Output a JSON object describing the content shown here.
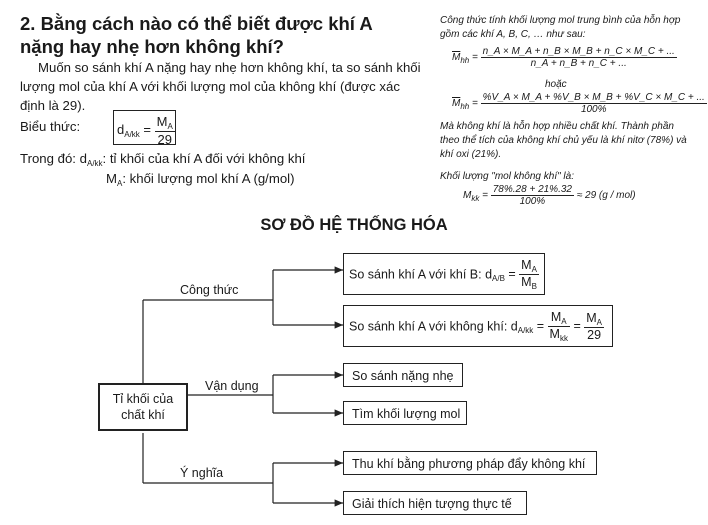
{
  "heading": "2. Bằng cách nào có thể biết được khí A nặng hay nhẹ hơn không khí?",
  "paragraph": "Muốn so sánh khí A nặng hay nhẹ hơn không khí, ta so sánh khối lượng mol của khí A với khối lượng mol của không khí (được xác định là 29).",
  "expr": {
    "label": "Biểu thức:",
    "d": "d",
    "d_sub": "A/kk",
    "eq": "=",
    "num": "M",
    "num_sub": "A",
    "den": "29"
  },
  "where": {
    "prefix": "Trong đó:",
    "line1_d": "d",
    "line1_sub": "A/kk",
    "line1_text": ": tỉ khối của khí A đối với không khí",
    "line2_m": "M",
    "line2_sub": "A",
    "line2_text": ": khối lượng mol khí A (g/mol)"
  },
  "right": {
    "intro": "Công thức tính khối lượng mol trung bình của hỗn hợp gồm các khí A, B, C, … như sau:",
    "f1_lhs": "M",
    "f1_sub": "hh",
    "f1_num": "n_A × M_A + n_B × M_B + n_C × M_C + ...",
    "f1_den": "n_A + n_B + n_C + ...",
    "or": "hoặc",
    "f2_lhs": "M",
    "f2_sub": "hh",
    "f2_num": "%V_A × M_A + %V_B × M_B + %V_C × M_C + ...",
    "f2_den": "100%",
    "air": "Mà không khí là hỗn hợp nhiều chất khí. Thành phần theo thể tích của không khí chủ yếu là khí nitơ (78%) và khí oxi (21%).",
    "mol_label": "Khối lượng \"mol không khí\" là:",
    "f3_lhs": "M",
    "f3_sub": "kk",
    "f3_num": "78%.28 + 21%.32",
    "f3_den": "100%",
    "f3_result": "≈ 29 (g / mol)"
  },
  "diagram": {
    "title": "SƠ ĐỒ HỆ THỐNG HÓA",
    "root_line1": "Tỉ khối của",
    "root_line2": "chất khí",
    "branch1": "Công thức",
    "branch2": "Vận dụng",
    "branch3": "Ý nghĩa",
    "n1_text": "So sánh khí A với khí B:",
    "n1_d": "d",
    "n1_sub": "A/B",
    "n1_num": "M",
    "n1_num_sub": "A",
    "n1_den": "M",
    "n1_den_sub": "B",
    "n2_text": "So sánh khí A với không khí:",
    "n2_d": "d",
    "n2_sub": "A/kk",
    "n2_num": "M",
    "n2_num_sub": "A",
    "n2_den": "M",
    "n2_den_sub": "kk",
    "n2_num2": "M",
    "n2_num2_sub": "A",
    "n2_den2": "29",
    "n3": "So sánh nặng nhẹ",
    "n4": "Tìm khối lượng mol",
    "n5": "Thu khí bằng phương pháp đẩy không khí",
    "n6": "Giải thích hiện tượng thực tế"
  }
}
